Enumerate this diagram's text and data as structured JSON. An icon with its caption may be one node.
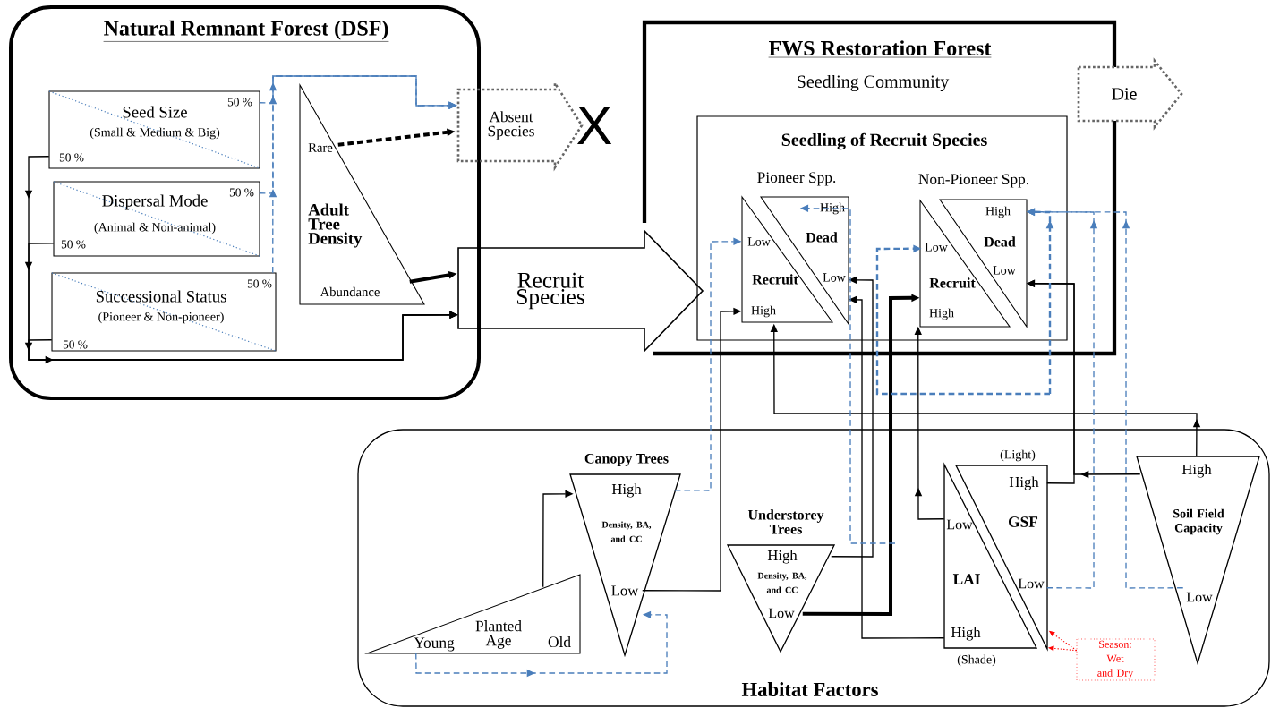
{
  "diagram": {
    "nodes": [
      {
        "text": [
          "Natural Remnant Forest (DSF)"
        ]
      },
      {
        "text": [
          "Seed Size",
          "(Small & Medium & Big)",
          "50 %",
          "50 %"
        ],
        "in": 0
      },
      {
        "text": [
          "Dispersal Mode",
          "(Animal & Non-animal)",
          "50 %",
          "50 %"
        ],
        "in": 0
      },
      {
        "text": [
          "Successional Status",
          "(Pioneer & Non-pioneer)",
          "50 %",
          "50 %"
        ],
        "in": 0
      },
      {
        "text": [
          "Rare",
          "Adult Tree Density",
          "Abundance"
        ],
        "in": 0
      },
      {
        "text": [
          "Absent Species"
        ],
        "beside": [
          "X"
        ]
      },
      {
        "text": [
          "Recruit Species"
        ]
      },
      {
        "text": [
          "FWS Restoration Forest",
          "Seedling Community"
        ]
      },
      {
        "text": [
          "Die"
        ]
      },
      {
        "text": [
          "Seedling of Recruit Species",
          "Pioneer Spp.",
          "Non-Pioneer Spp."
        ],
        "in": 7
      },
      {
        "text": [
          "Low",
          "Recruit",
          "High"
        ],
        "in": 9
      },
      {
        "text": [
          "High",
          "Dead",
          "Low"
        ],
        "in": 9
      },
      {
        "text": [
          "Low",
          "Recruit",
          "High"
        ],
        "in": 9
      },
      {
        "text": [
          "High",
          "Dead",
          "Low"
        ],
        "in": 9
      },
      {
        "text": [
          "Habitat Factors"
        ]
      },
      {
        "text": [
          "Young",
          "Planted Age",
          "Old"
        ],
        "in": 14
      },
      {
        "text": [
          "Canopy Trees",
          "High",
          "Density, BA, and CC",
          "Low"
        ],
        "in": 14
      },
      {
        "text": [
          "Understorey Trees",
          "High",
          "Density, BA, and CC",
          "Low"
        ],
        "in": 14
      },
      {
        "text": [
          "Low",
          "LAI",
          "High",
          "(Shade)"
        ],
        "in": 14
      },
      {
        "text": [
          "(Light)",
          "High",
          "GSF",
          "Low"
        ],
        "in": 14
      },
      {
        "text": [
          "High",
          "Soil Field Capacity",
          "Low"
        ],
        "in": 14
      },
      {
        "text": [
          "Season: Wet and Dry"
        ],
        "in": 14
      }
    ],
    "edges": [
      {
        "from": 1,
        "to": 6,
        "arrow": "to"
      },
      {
        "from": 2,
        "to": 6,
        "arrow": "to"
      },
      {
        "from": 3,
        "to": 6,
        "arrow": "to"
      },
      {
        "from": 1,
        "to": 5,
        "arrow": "to",
        "style": "dashed",
        "color": "#4a7ebb"
      },
      {
        "from": 2,
        "to": 5,
        "arrow": "to",
        "style": "dashed",
        "color": "#4a7ebb"
      },
      {
        "from": 3,
        "to": 5,
        "arrow": "to",
        "style": "dashed",
        "color": "#4a7ebb"
      },
      {
        "from": 4,
        "to": 5,
        "arrow": "to",
        "style": "dashed"
      },
      {
        "from": 4,
        "to": 6,
        "arrow": "to",
        "style": "thick"
      },
      {
        "from": 15,
        "to": 16,
        "arrow": "to"
      },
      {
        "from": 15,
        "to": 16,
        "arrow": "to",
        "style": "dashed",
        "color": "#4a7ebb"
      },
      {
        "from": 16,
        "to": 10,
        "arrow": "to",
        "style": "dashed",
        "color": "#4a7ebb"
      },
      {
        "from": 16,
        "to": 10,
        "arrow": "to"
      },
      {
        "from": 17,
        "to": 11,
        "arrow": "to"
      },
      {
        "from": 17,
        "to": 12,
        "arrow": "to",
        "style": "thick"
      },
      {
        "from": 18,
        "to": 11,
        "arrow": "to"
      },
      {
        "from": 18,
        "to": 12,
        "arrow": "to"
      },
      {
        "from": 19,
        "to": 13,
        "arrow": "to"
      },
      {
        "from": 20,
        "to": 13,
        "arrow": "to"
      },
      {
        "from": 20,
        "to": 10,
        "arrow": "to"
      },
      {
        "from": null,
        "to": 11,
        "arrow": "to",
        "style": "dashed",
        "color": "#4a7ebb"
      },
      {
        "from": 19,
        "to": 13,
        "arrow": "to",
        "style": "dashed",
        "color": "#4a7ebb"
      },
      {
        "from": 20,
        "to": 13,
        "arrow": "to",
        "style": "dashed",
        "color": "#4a7ebb"
      },
      {
        "from": null,
        "to": 12,
        "arrow": "to",
        "style": "dashed",
        "color": "#4a7ebb"
      },
      {
        "from": null,
        "to": 13,
        "arrow": "to",
        "style": "dashed",
        "color": "#4a7ebb"
      },
      {
        "from": 21,
        "to": 19,
        "arrow": "to",
        "style": "dashed",
        "color": "#ff0000"
      },
      {
        "from": 21,
        "to": 19,
        "arrow": "to",
        "style": "dashed",
        "color": "#ff0000"
      }
    ]
  }
}
